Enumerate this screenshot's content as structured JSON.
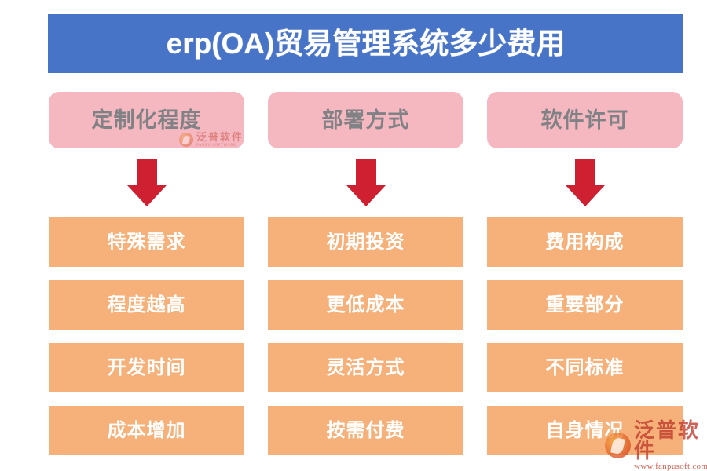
{
  "header": {
    "title": "erp(OA)贸易管理系统多少费用",
    "background_color": "#4874c8",
    "text_color": "#ffffff"
  },
  "colors": {
    "banner_blue": "#4874c8",
    "header_pink": "#f5b8c0",
    "header_text_gray": "#808285",
    "item_orange": "#f5b179",
    "item_text_white": "#ffffff",
    "arrow_red": "#ce2031",
    "watermark_red": "#c0392b"
  },
  "columns": [
    {
      "header": "定制化程度",
      "arrow": "down-arrow",
      "items": [
        "特殊需求",
        "程度越高",
        "开发时间",
        "成本增加"
      ]
    },
    {
      "header": "部署方式",
      "arrow": "down-arrow",
      "items": [
        "初期投资",
        "更低成本",
        "灵活方式",
        "按需付费"
      ]
    },
    {
      "header": "软件许可",
      "arrow": "down-arrow",
      "items": [
        "费用构成",
        "重要部分",
        "不同标准",
        "自身情况"
      ]
    }
  ],
  "watermarks": {
    "small": {
      "brand": "泛普软件",
      "url": "FANPU SOFTWARE"
    },
    "large": {
      "brand": "泛普软件",
      "url": "www.fanpusoft.com"
    }
  }
}
